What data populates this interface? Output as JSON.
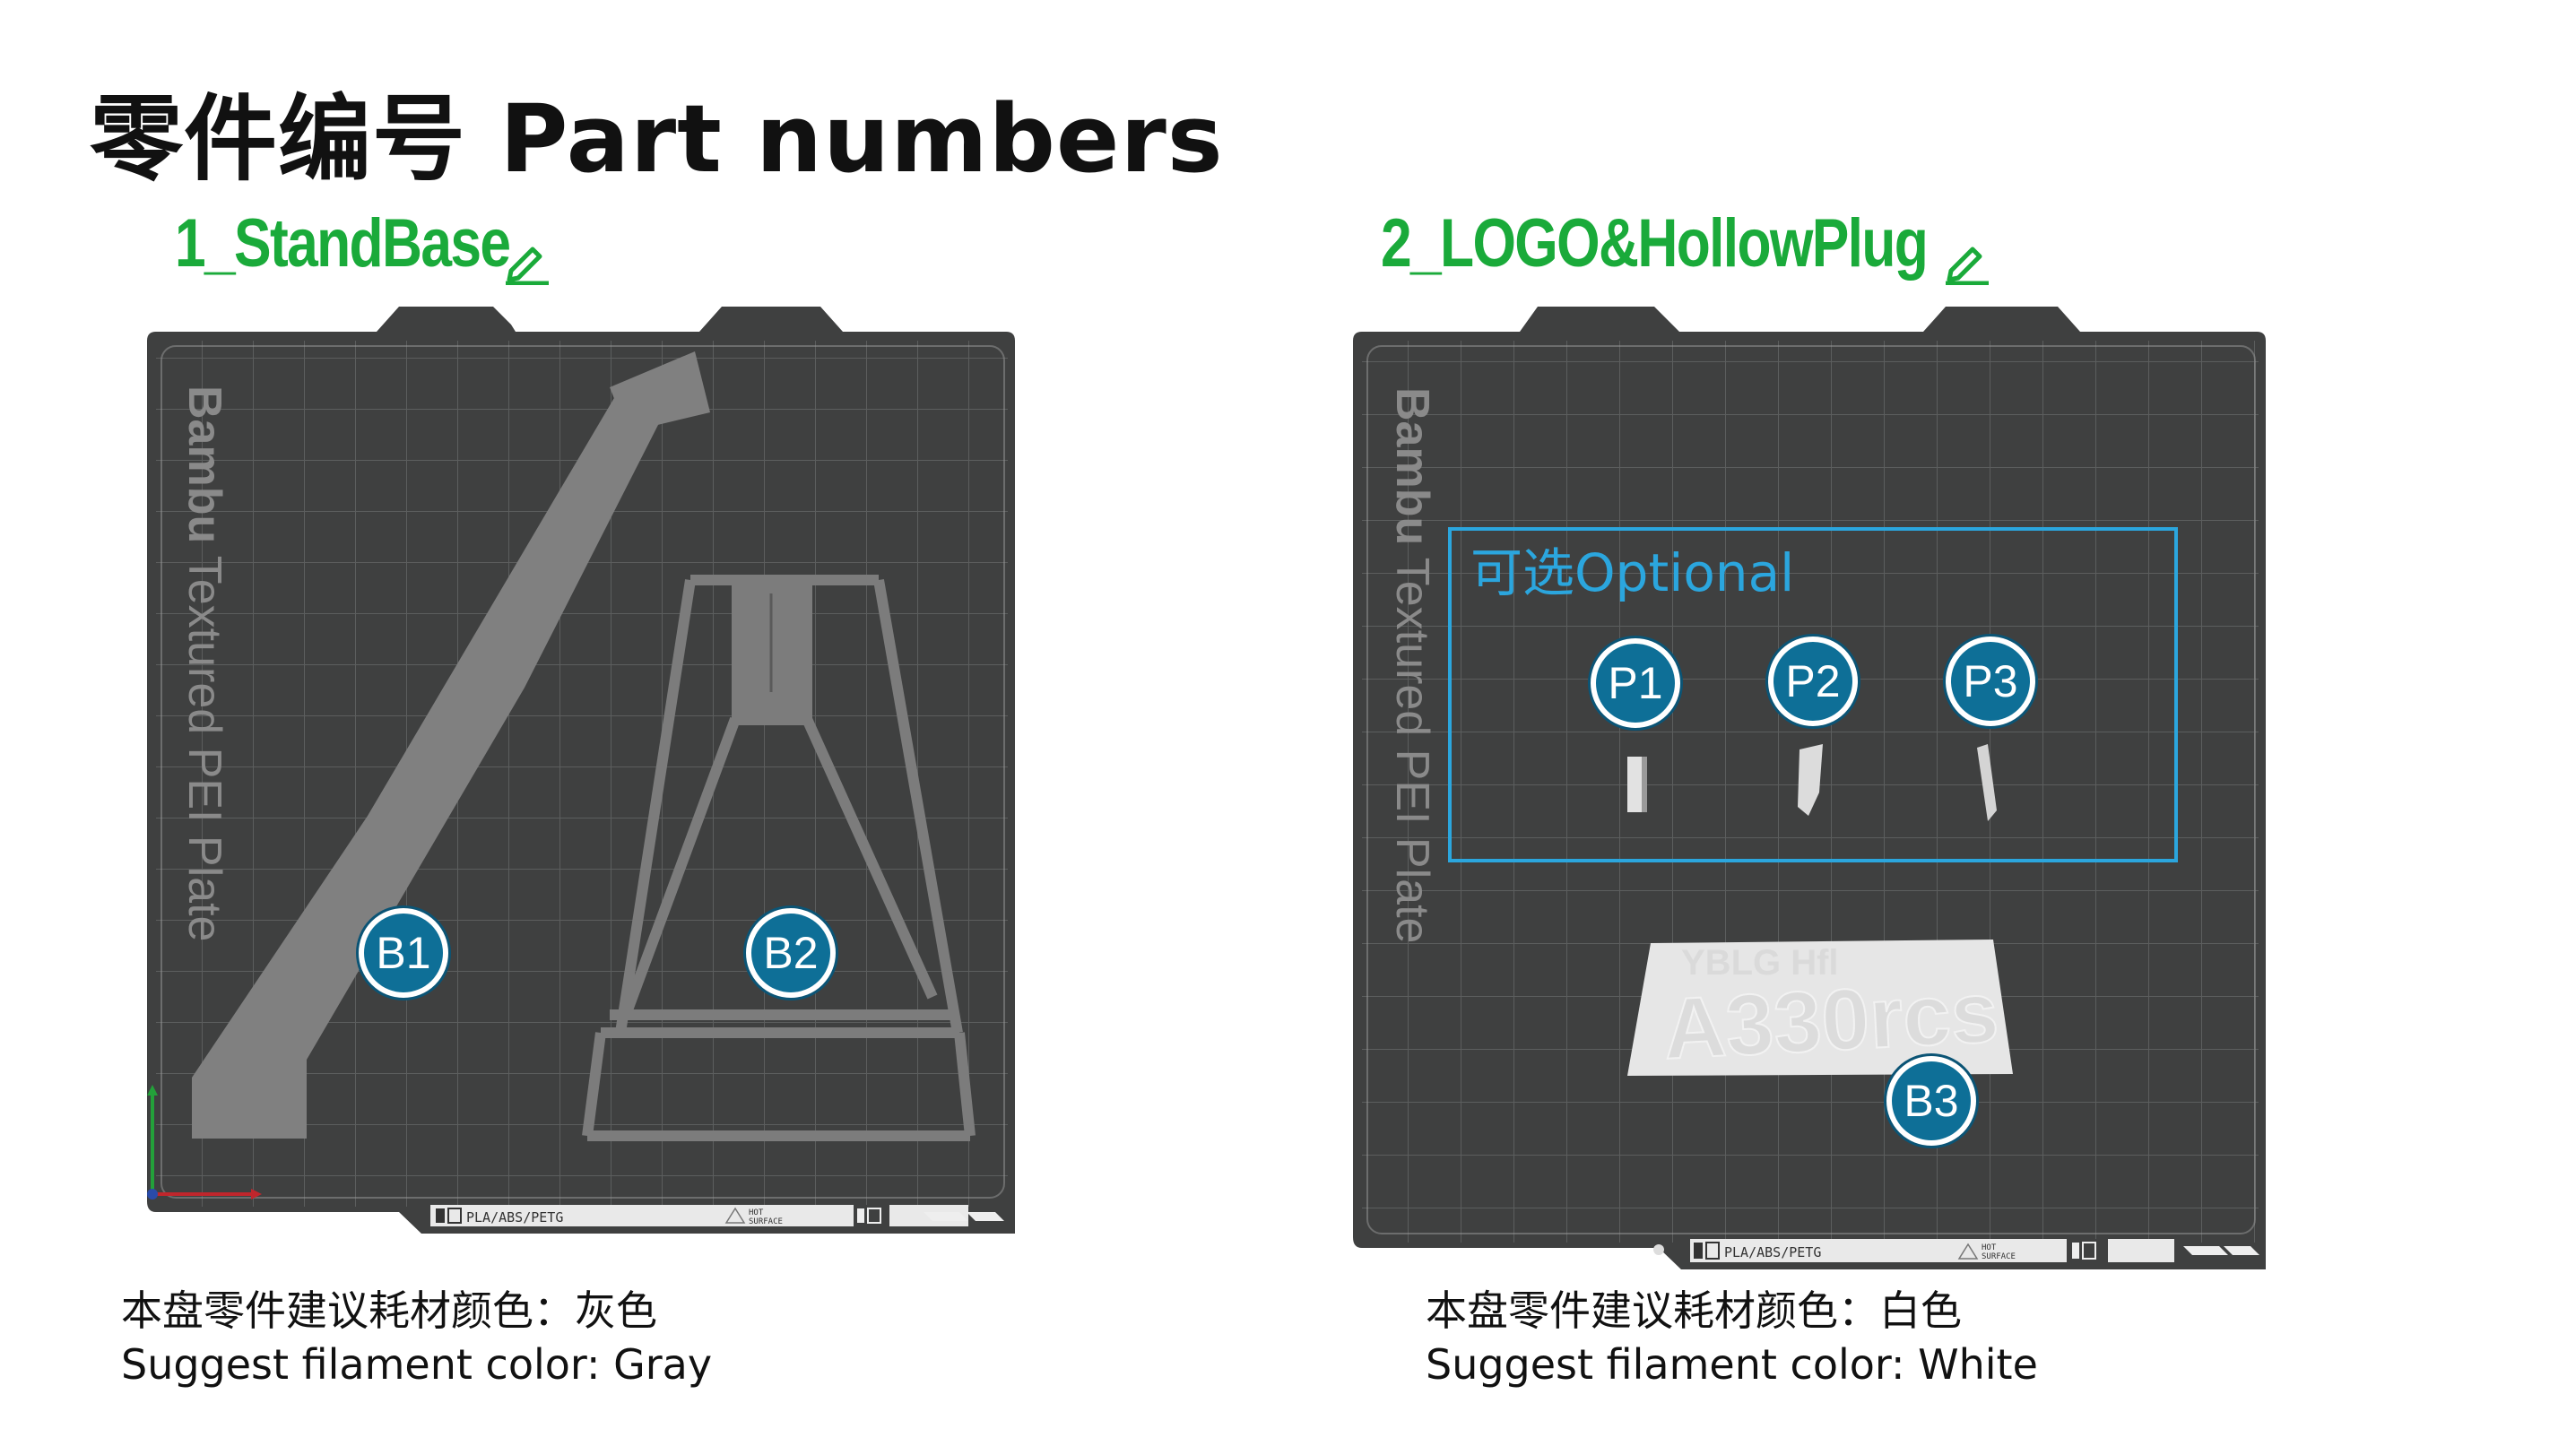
{
  "page": {
    "title": "零件编号 Part numbers"
  },
  "plates": [
    {
      "title": "1_StandBase",
      "edit_icon": "pencil-edit-icon",
      "plate_label_bold": "Bambu",
      "plate_label_rest": " Textured PEI Plate",
      "strip_material": "PLA/ABS/PETG",
      "strip_hot": "HOT",
      "strip_surface": "SURFACE",
      "badges": [
        "B1",
        "B2"
      ],
      "caption_cn": "本盘零件建议耗材颜色：灰色",
      "caption_en": "Suggest filament color: Gray",
      "part_color": "#808080"
    },
    {
      "title": "2_LOGO&HollowPlug",
      "edit_icon": "pencil-edit-icon",
      "plate_label_bold": "Bambu",
      "plate_label_rest": " Textured PEI Plate",
      "strip_material": "PLA/ABS/PETG",
      "strip_hot": "HOT",
      "strip_surface": "SURFACE",
      "optional_label": "可选Optional",
      "badges": [
        "P1",
        "P2",
        "P3",
        "B3"
      ],
      "caption_cn": "本盘零件建议耗材颜色：白色",
      "caption_en": "Suggest filament color: White",
      "part_color": "#e6e6e6"
    }
  ],
  "colors": {
    "title_green": "#1aaa3a",
    "plate_bg": "#3f4040",
    "grid": "#5c5e5e",
    "badge_blue": "#0e6f97",
    "optional_box": "#2ba6de"
  }
}
